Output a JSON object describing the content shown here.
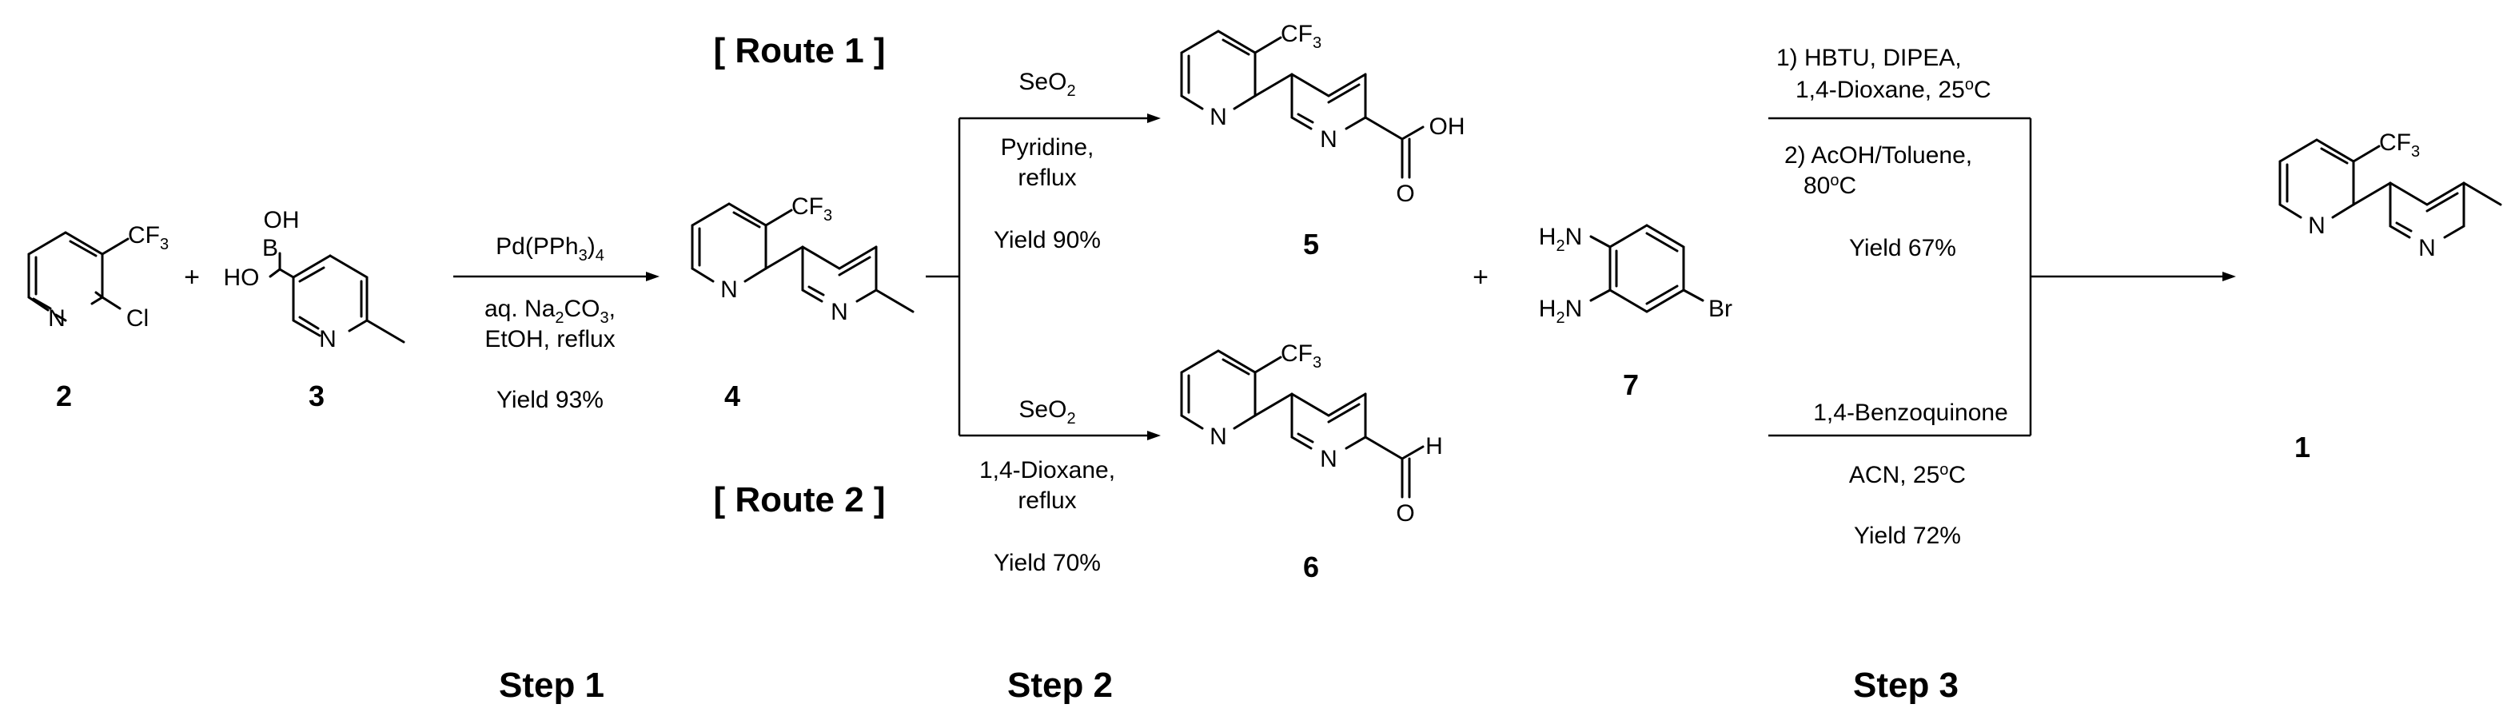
{
  "routes": {
    "route1": "[ Route 1 ]",
    "route2": "[ Route 2 ]"
  },
  "steps": {
    "step1": "Step 1",
    "step2": "Step 2",
    "step3": "Step 3"
  },
  "compounds": {
    "c2": "2",
    "c3": "3",
    "c4": "4",
    "c5": "5",
    "c6": "6",
    "c7": "7",
    "c1": "1"
  },
  "atoms": {
    "N": "N",
    "Cl": "Cl",
    "CF": "CF",
    "three": "3",
    "OH": "OH",
    "HO": "HO",
    "B": "B",
    "O": "O",
    "H": "H",
    "H2N": "H",
    "Br": "Br",
    "HN": "HN",
    "two": "2"
  },
  "step1_conditions": {
    "reagent_main": "Pd(PPh",
    "reagent_sub": "3",
    "reagent_tail": ")",
    "reagent_sub2": "4",
    "solvent_line1_a": "aq. Na",
    "solvent_line1_sub": "2",
    "solvent_line1_b": "CO",
    "solvent_line1_sub2": "3",
    "solvent_line1_c": ",",
    "solvent_line2": "EtOH, reflux",
    "yield": "Yield 93%"
  },
  "step2_route1": {
    "reagent_a": "SeO",
    "reagent_sub": "2",
    "solvent1": "Pyridine,",
    "solvent2": "reflux",
    "yield": "Yield 90%"
  },
  "step2_route2": {
    "reagent_a": "SeO",
    "reagent_sub": "2",
    "solvent1": "1,4-Dioxane,",
    "solvent2": "reflux",
    "yield": "Yield 70%"
  },
  "step3_route1": {
    "line1": "1) HBTU, DIPEA,",
    "line2_a": "1,4-Dioxane, 25",
    "line2_sup": "o",
    "line2_b": "C",
    "line3": "2) AcOH/Toluene,",
    "line4_a": "80",
    "line4_sup": "o",
    "line4_b": "C",
    "yield": "Yield 67%"
  },
  "step3_route2": {
    "reagent": "1,4-Benzoquinone",
    "solvent_a": "ACN, 25",
    "solvent_sup": "o",
    "solvent_b": "C",
    "yield": "Yield 72%"
  },
  "plus_sign": "+"
}
